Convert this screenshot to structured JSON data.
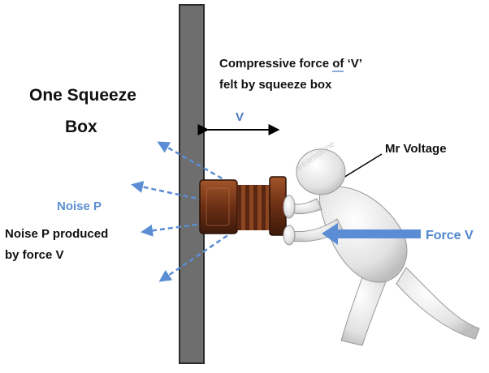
{
  "diagram": {
    "title_line1": "One Squeeze",
    "title_line2": "Box",
    "compressive_line1_pre": "Compressive force ",
    "compressive_line1_of": "of",
    "compressive_line1_post": "  ‘V’",
    "compressive_line2": "felt by squeeze box",
    "v_label": "V",
    "person_label": "Mr Voltage",
    "noise_label": "Noise P",
    "noise_desc_line1": "Noise P produced",
    "noise_desc_line2": "by force V",
    "force_label": "Force V",
    "watermark": "dreamstime"
  },
  "colors": {
    "wall_fill": "#6e6e6e",
    "wall_edge": "#2b2b2b",
    "arrow_blue": "#5a8dd3",
    "box_wood": "#7a3a1c",
    "figure": "#e6e6e6"
  }
}
